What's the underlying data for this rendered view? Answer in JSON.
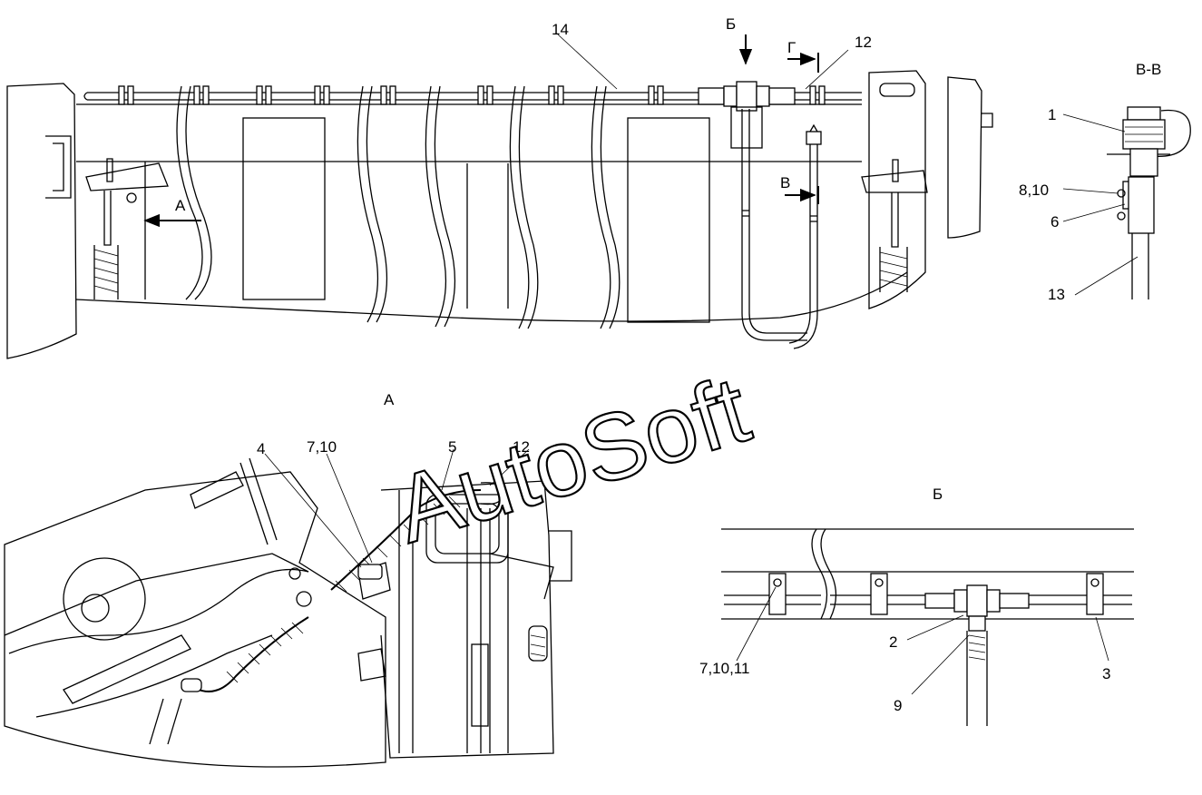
{
  "colors": {
    "ink": "#000000",
    "paper": "#ffffff"
  },
  "watermark": "AutoSoft",
  "views": {
    "a": "А",
    "b": "Б",
    "v": "В",
    "g": "Г",
    "vv": "В-В"
  },
  "callouts": {
    "c1": "1",
    "c2": "2",
    "c3": "3",
    "c4": "4",
    "c5": "5",
    "c6": "6",
    "c7_10": "7,10",
    "c7_10_11": "7,10,11",
    "c8_10": "8,10",
    "c9": "9",
    "c12": "12",
    "c13": "13",
    "c14": "14"
  }
}
